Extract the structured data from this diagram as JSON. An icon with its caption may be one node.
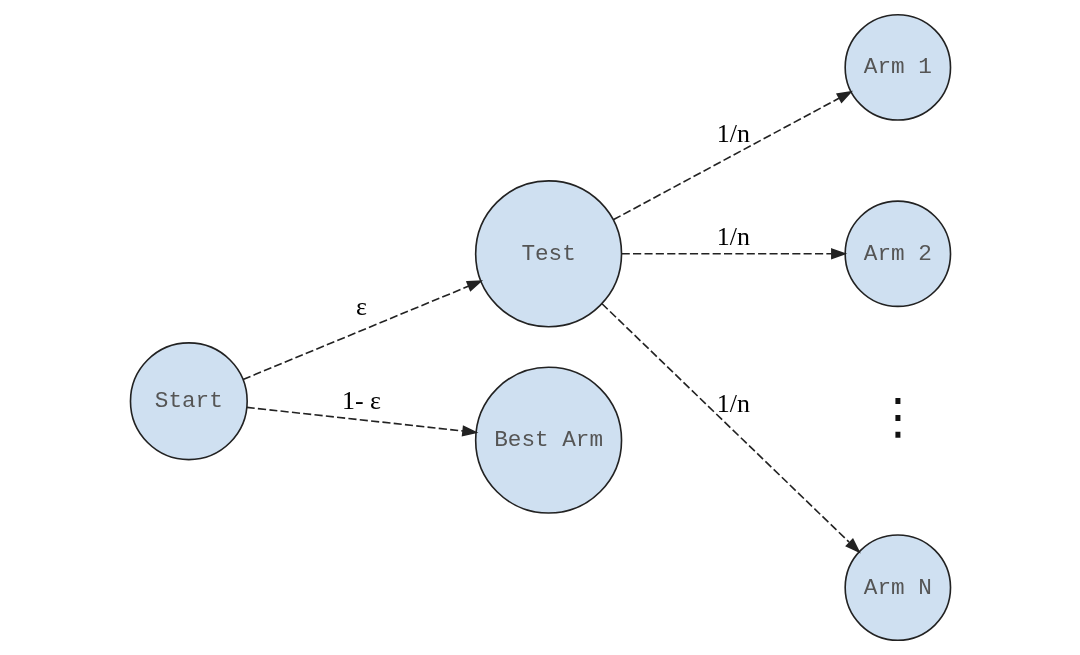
{
  "diagram": {
    "nodes": [
      {
        "text": [
          "Start"
        ]
      },
      {
        "text": [
          "Test"
        ]
      },
      {
        "text": [
          "Best Arm"
        ]
      },
      {
        "text": [
          "Arm 1"
        ]
      },
      {
        "text": [
          "Arm 2"
        ]
      },
      {
        "text": [
          "Arm N"
        ]
      }
    ],
    "edges": [
      {
        "from": 0,
        "to": 1,
        "arrow": "to",
        "style": "dashed",
        "label": "ε"
      },
      {
        "from": 0,
        "to": 2,
        "arrow": "to",
        "style": "dashed",
        "label": "1- ε"
      },
      {
        "from": 1,
        "to": 3,
        "arrow": "to",
        "style": "dashed",
        "label": "1/n"
      },
      {
        "from": 1,
        "to": 4,
        "arrow": "to",
        "style": "dashed",
        "label": "1/n"
      },
      {
        "from": 1,
        "to": 5,
        "arrow": "to",
        "style": "dashed",
        "label": "1/n"
      }
    ],
    "labels": [
      "⋮"
    ]
  }
}
